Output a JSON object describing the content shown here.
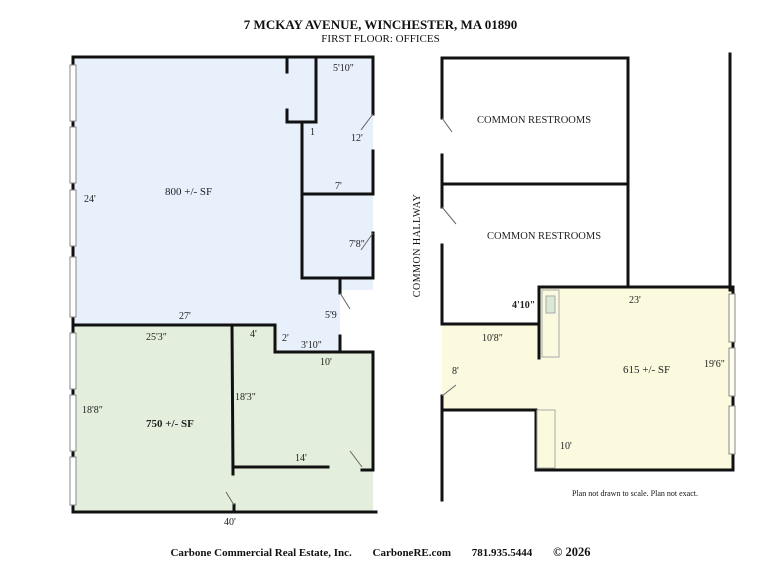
{
  "header": {
    "title": "7 MCKAY AVENUE, WINCHESTER, MA 01890",
    "subtitle": "FIRST FLOOR:   OFFICES"
  },
  "colors": {
    "blue_suite": "#e8f0fb",
    "green_suite": "#e3efdc",
    "yellow_suite": "#fbfadf",
    "wall": "#111111",
    "window": "#ffffff"
  },
  "suites": {
    "blue": {
      "area": "800 +/- SF",
      "dims": {
        "left": "24'",
        "bottom": "27'",
        "closet_top": "5'10\"",
        "closet_gap": "1",
        "office1_right": "12'",
        "office_divider": "7'",
        "office2_right": "7'8\"",
        "entry": "5'9",
        "step": "2'",
        "step_bottom": "3'10\""
      }
    },
    "green": {
      "area": "750 +/- SF",
      "dims": {
        "top_left": "25'3\"",
        "top_mid": "4'",
        "left": "18'8\"",
        "office_left": "18'3\"",
        "office_top": "10'",
        "office_bottom": "14'",
        "bottom": "40'"
      }
    },
    "yellow": {
      "area": "615 +/- SF",
      "dims": {
        "top": "23'",
        "notch": "4'10\"",
        "corridor_top": "10'8\"",
        "corridor_entry": "8'",
        "right": "19'6\"",
        "bottom_left": "10'"
      }
    }
  },
  "common_areas": {
    "restroom_1": "COMMON RESTROOMS",
    "restroom_2": "COMMON RESTROOMS",
    "hallway": "COMMON  HALLWAY"
  },
  "note": "Plan not drawn to scale. Plan not exact.",
  "footer": {
    "company": "Carbone Commercial Real Estate, Inc.",
    "website": "CarboneRE.com",
    "phone": "781.935.5444",
    "copyright": "© 2026"
  }
}
